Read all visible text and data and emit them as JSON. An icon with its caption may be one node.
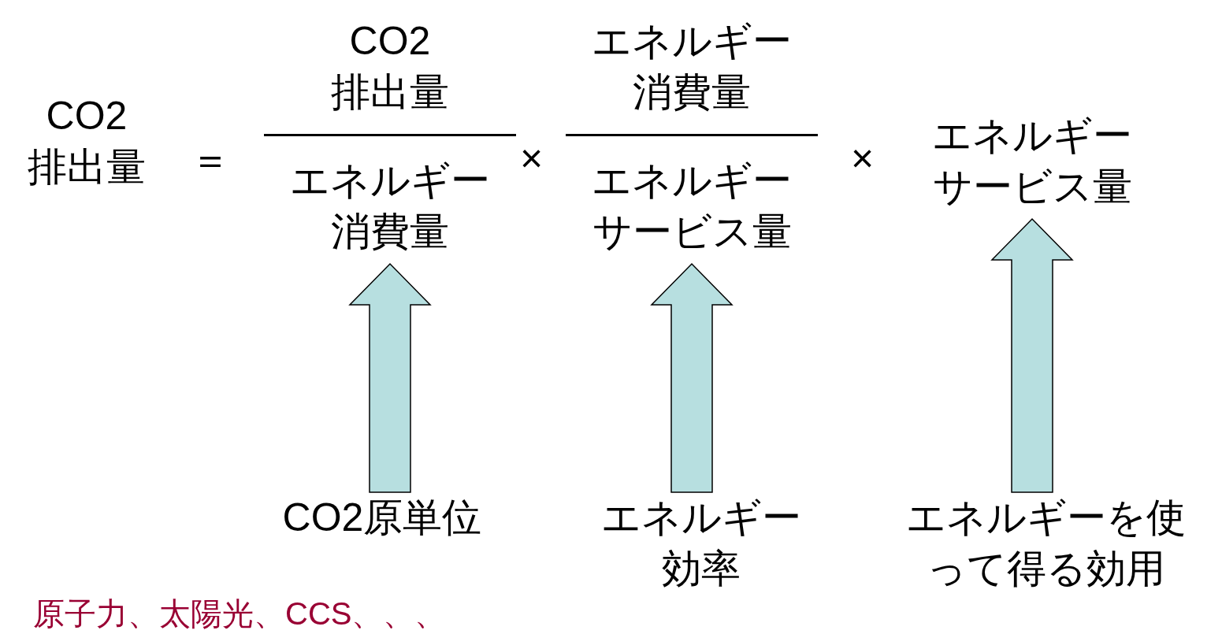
{
  "diagram": {
    "nodes": [
      {
        "text": [
          "CO2排出量"
        ]
      },
      {
        "text": [
          "CO2排出量",
          "エネルギー消費量"
        ]
      },
      {
        "text": [
          "エネルギー消費量",
          "エネルギーサービス量"
        ]
      },
      {
        "text": [
          "エネルギーサービス量"
        ]
      },
      {
        "text": [
          "CO2原単位"
        ]
      },
      {
        "text": [
          "エネルギー効率"
        ]
      },
      {
        "text": [
          "エネルギーを使って得る効用"
        ]
      }
    ],
    "edges": [
      {
        "from": 4,
        "to": 1,
        "arrow": "to",
        "style": "thick"
      },
      {
        "from": 5,
        "to": 2,
        "arrow": "to",
        "style": "thick"
      },
      {
        "from": 6,
        "to": 3,
        "arrow": "to",
        "style": "thick"
      }
    ],
    "labels": [
      "＝",
      "×",
      "×",
      "原子力、太陽光、CCS、、、"
    ]
  }
}
